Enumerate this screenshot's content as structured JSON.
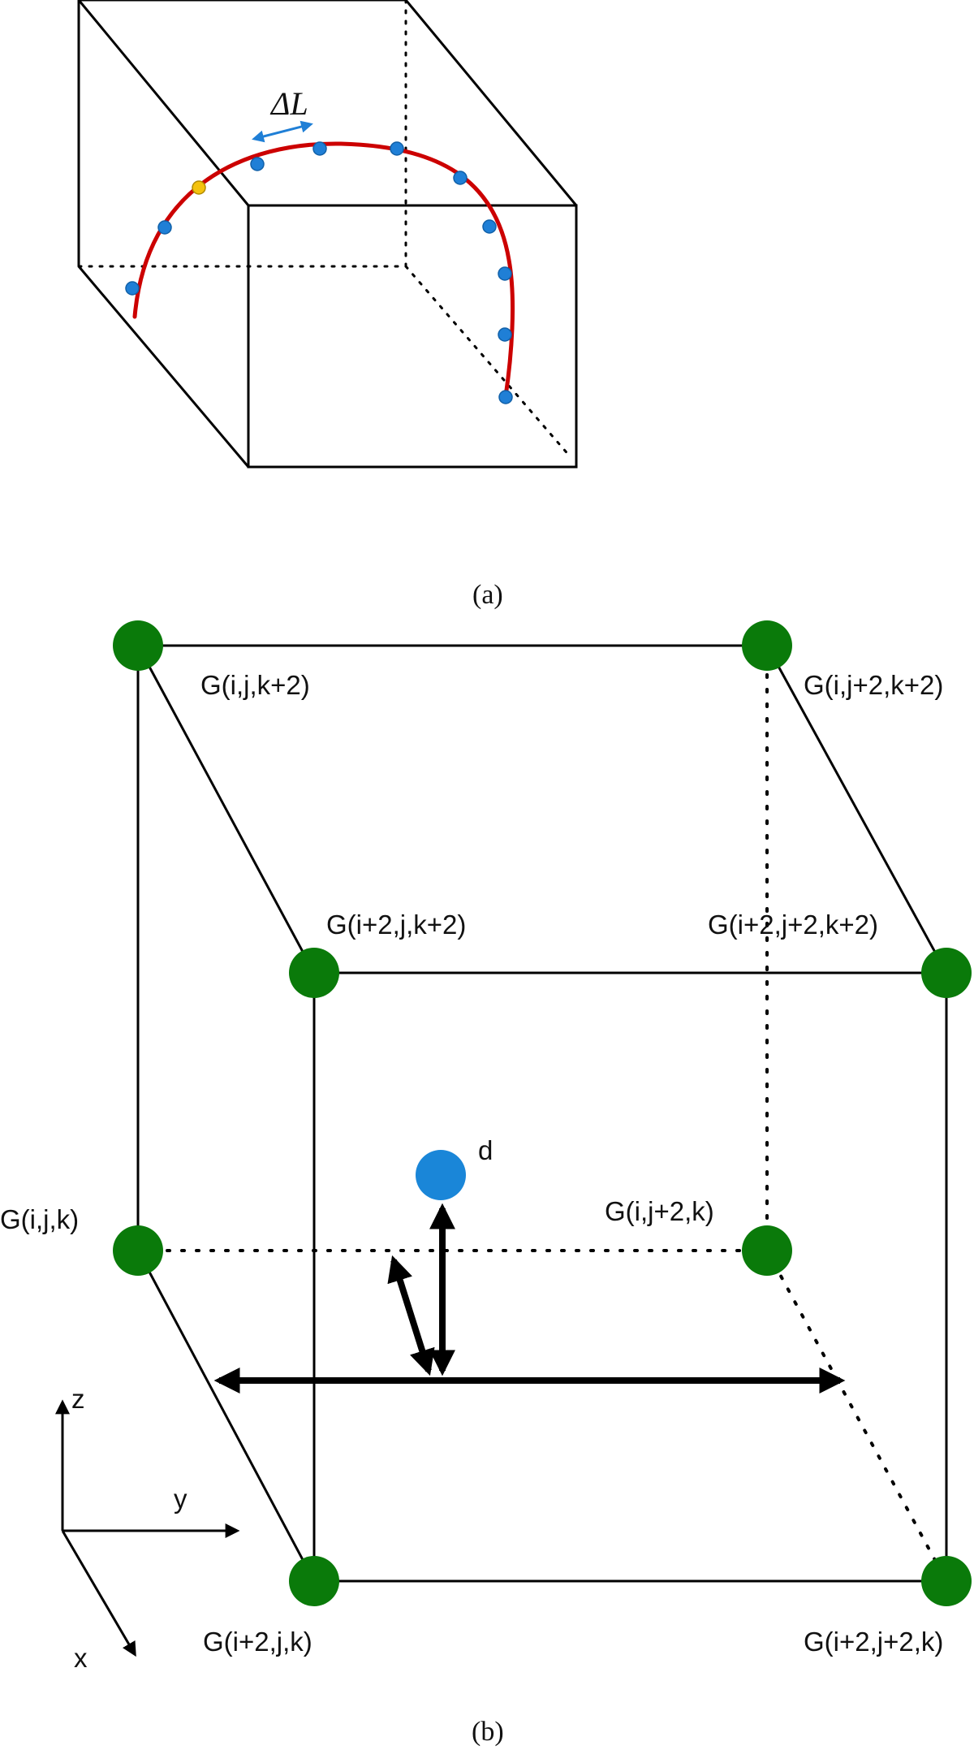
{
  "panel_a": {
    "caption": "(a)",
    "delta_label": "ΔL",
    "colors": {
      "curve": "#cc0000",
      "point": "#1f7fd6",
      "highlight_point": "#f4c20d",
      "arrow": "#1f7fd6"
    }
  },
  "panel_b": {
    "caption": "(b)",
    "nodes": {
      "g_ijk2": "G(i,j,k+2)",
      "g_ij2k2": "G(i,j+2,k+2)",
      "g_i2jk2": "G(i+2,j,k+2)",
      "g_i2j2k2": "G(i+2,j+2,k+2)",
      "g_ijk": "G(i,j,k)",
      "g_ij2k": "G(i,j+2,k)",
      "g_i2jk": "G(i+2,j,k)",
      "g_i2j2k": "G(i+2,j+2,k)"
    },
    "point_label": "d",
    "axes": {
      "x": "x",
      "y": "y",
      "z": "z"
    },
    "colors": {
      "node": "#0a7a0a",
      "point": "#1a86d8"
    }
  }
}
